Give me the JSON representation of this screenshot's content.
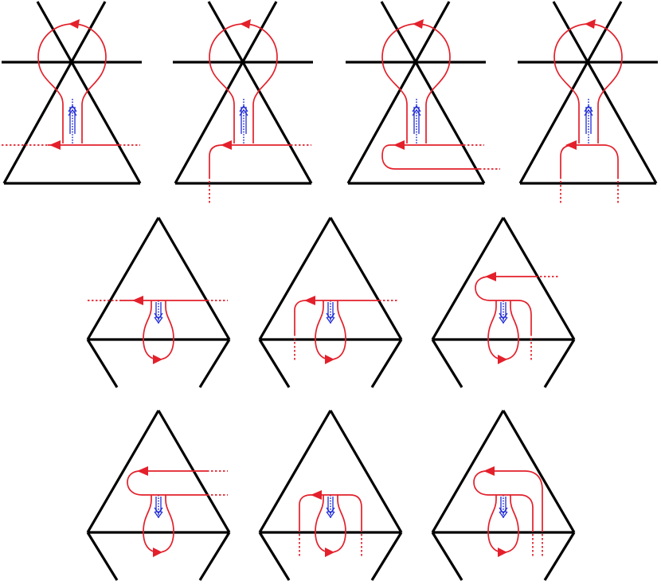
{
  "colors": {
    "frame": "#000000",
    "curve": "#e3202b",
    "marker": "#1f2bd6",
    "background": "#ffffff"
  },
  "rows": [
    {
      "panels": [
        "top-variant-1",
        "top-variant-2",
        "top-variant-3",
        "top-variant-4"
      ]
    },
    {
      "panels": [
        "middle-variant-1",
        "middle-variant-2",
        "middle-variant-3"
      ]
    },
    {
      "panels": [
        "bottom-variant-1",
        "bottom-variant-2",
        "bottom-variant-3"
      ]
    }
  ]
}
